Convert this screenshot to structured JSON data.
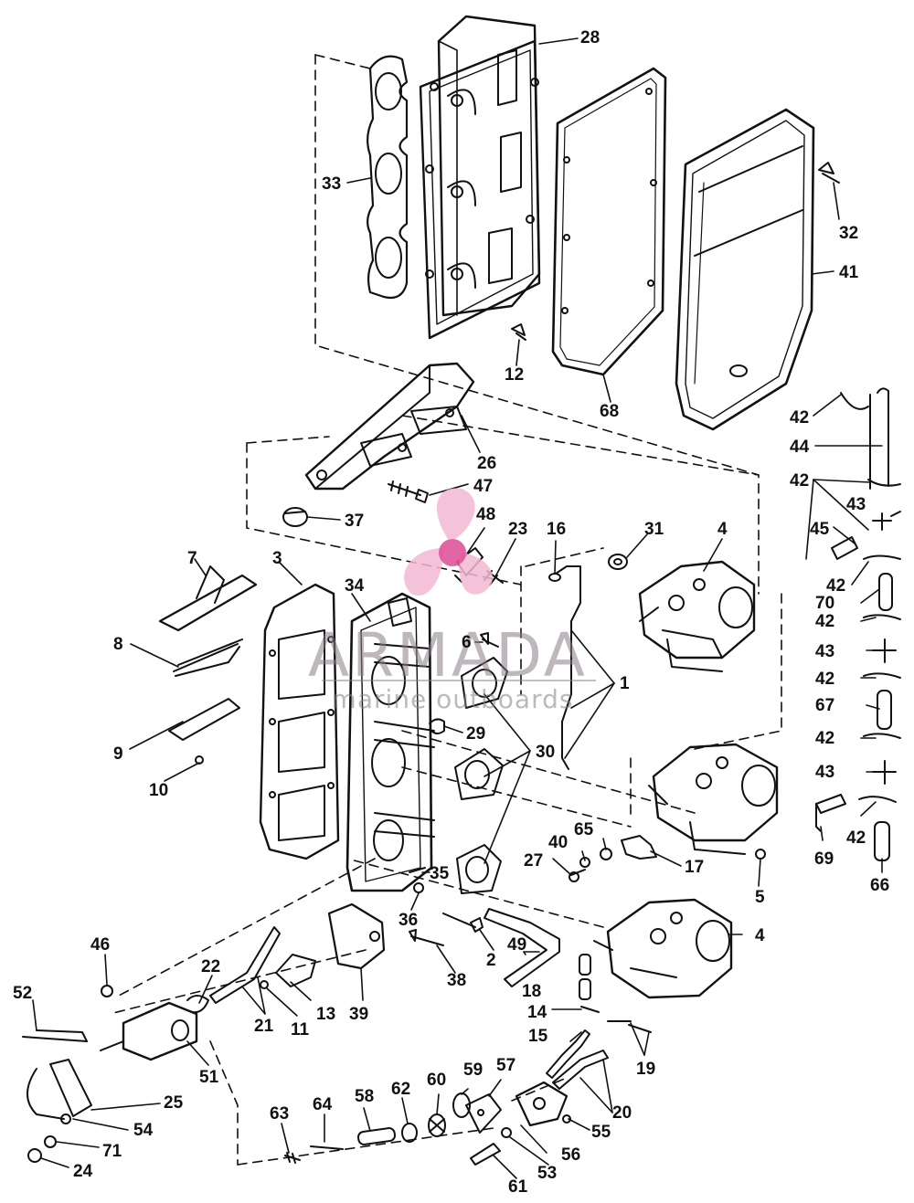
{
  "colors": {
    "ink": "#111111",
    "background": "#ffffff",
    "watermark_pink": "#f2b8d2",
    "watermark_magenta": "#e0559a",
    "watermark_gray": "#8a7f8a"
  },
  "watermark": {
    "brand": "ARMADA",
    "tagline": "marine outboards"
  },
  "callouts": [
    {
      "id": "c28",
      "text": "28"
    },
    {
      "id": "c33",
      "text": "33"
    },
    {
      "id": "c32",
      "text": "32"
    },
    {
      "id": "c41",
      "text": "41"
    },
    {
      "id": "c12",
      "text": "12"
    },
    {
      "id": "c68",
      "text": "68"
    },
    {
      "id": "c42a",
      "text": "42"
    },
    {
      "id": "c44",
      "text": "44"
    },
    {
      "id": "c26",
      "text": "26"
    },
    {
      "id": "c47",
      "text": "47"
    },
    {
      "id": "c42b",
      "text": "42"
    },
    {
      "id": "c43a",
      "text": "43"
    },
    {
      "id": "c37",
      "text": "37"
    },
    {
      "id": "c48",
      "text": "48"
    },
    {
      "id": "c23",
      "text": "23"
    },
    {
      "id": "c16",
      "text": "16"
    },
    {
      "id": "c31",
      "text": "31"
    },
    {
      "id": "c4a",
      "text": "4"
    },
    {
      "id": "c45",
      "text": "45"
    },
    {
      "id": "c7",
      "text": "7"
    },
    {
      "id": "c3",
      "text": "3"
    },
    {
      "id": "c34",
      "text": "34"
    },
    {
      "id": "c42c",
      "text": "42"
    },
    {
      "id": "c70",
      "text": "70"
    },
    {
      "id": "c42d",
      "text": "42"
    },
    {
      "id": "c8",
      "text": "8"
    },
    {
      "id": "c6",
      "text": "6"
    },
    {
      "id": "c43b",
      "text": "43"
    },
    {
      "id": "c1",
      "text": "1"
    },
    {
      "id": "c42e",
      "text": "42"
    },
    {
      "id": "c67",
      "text": "67"
    },
    {
      "id": "c29",
      "text": "29"
    },
    {
      "id": "c42f",
      "text": "42"
    },
    {
      "id": "c9",
      "text": "9"
    },
    {
      "id": "c30",
      "text": "30"
    },
    {
      "id": "c10",
      "text": "10"
    },
    {
      "id": "c43c",
      "text": "43"
    },
    {
      "id": "c65",
      "text": "65"
    },
    {
      "id": "c40",
      "text": "40"
    },
    {
      "id": "c42g",
      "text": "42"
    },
    {
      "id": "c27",
      "text": "27"
    },
    {
      "id": "c17",
      "text": "17"
    },
    {
      "id": "c69",
      "text": "69"
    },
    {
      "id": "c35",
      "text": "35"
    },
    {
      "id": "c66",
      "text": "66"
    },
    {
      "id": "c5",
      "text": "5"
    },
    {
      "id": "c36",
      "text": "36"
    },
    {
      "id": "c4b",
      "text": "4"
    },
    {
      "id": "c49",
      "text": "49"
    },
    {
      "id": "c46",
      "text": "46"
    },
    {
      "id": "c2",
      "text": "2"
    },
    {
      "id": "c22",
      "text": "22"
    },
    {
      "id": "c38",
      "text": "38"
    },
    {
      "id": "c18",
      "text": "18"
    },
    {
      "id": "c52",
      "text": "52"
    },
    {
      "id": "c13",
      "text": "13"
    },
    {
      "id": "c39",
      "text": "39"
    },
    {
      "id": "c14",
      "text": "14"
    },
    {
      "id": "c21",
      "text": "21"
    },
    {
      "id": "c11",
      "text": "11"
    },
    {
      "id": "c15",
      "text": "15"
    },
    {
      "id": "c19",
      "text": "19"
    },
    {
      "id": "c51",
      "text": "51"
    },
    {
      "id": "c59",
      "text": "59"
    },
    {
      "id": "c57",
      "text": "57"
    },
    {
      "id": "c25",
      "text": "25"
    },
    {
      "id": "c62",
      "text": "62"
    },
    {
      "id": "c60",
      "text": "60"
    },
    {
      "id": "c20",
      "text": "20"
    },
    {
      "id": "c63",
      "text": "63"
    },
    {
      "id": "c64",
      "text": "64"
    },
    {
      "id": "c58",
      "text": "58"
    },
    {
      "id": "c55",
      "text": "55"
    },
    {
      "id": "c54",
      "text": "54"
    },
    {
      "id": "c56",
      "text": "56"
    },
    {
      "id": "c71",
      "text": "71"
    },
    {
      "id": "c53",
      "text": "53"
    },
    {
      "id": "c24",
      "text": "24"
    },
    {
      "id": "c61",
      "text": "61"
    }
  ]
}
